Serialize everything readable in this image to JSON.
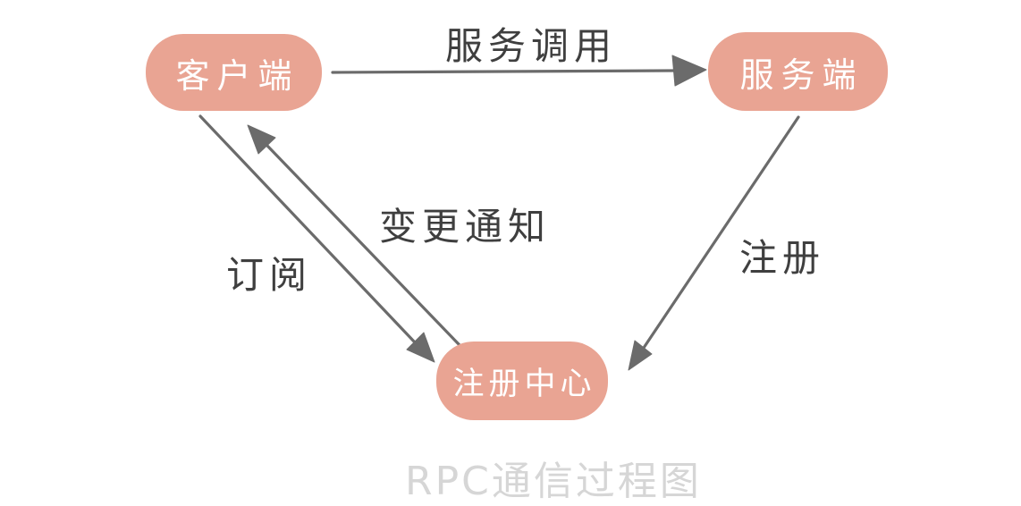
{
  "diagram": {
    "title": "RPC通信过程图",
    "nodes": {
      "client": {
        "label": "客户端"
      },
      "server": {
        "label": "服务端"
      },
      "registry": {
        "label": "注册中心"
      }
    },
    "edges": {
      "service_call": {
        "label": "服务调用",
        "from": "client",
        "to": "server"
      },
      "register": {
        "label": "注册",
        "from": "server",
        "to": "registry"
      },
      "subscribe": {
        "label": "订阅",
        "from": "client",
        "to": "registry"
      },
      "change_notification": {
        "label": "变更通知",
        "from": "registry",
        "to": "client"
      }
    },
    "colors": {
      "node_fill": "#E9A493",
      "node_text": "#FFFFFF",
      "arrow": "#6B6B6B",
      "label_text": "#3F3F3F",
      "title_text": "#D6D6D6",
      "background": "#FFFFFF"
    }
  }
}
